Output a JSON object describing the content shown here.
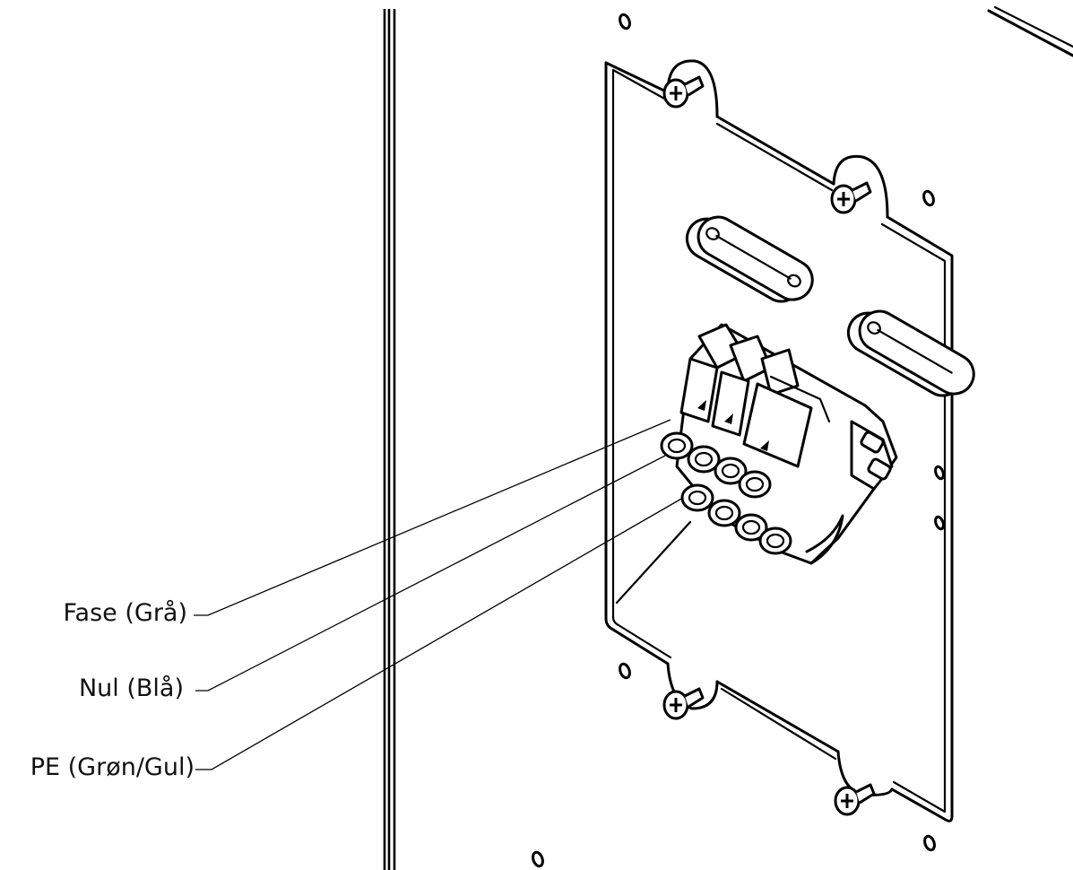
{
  "labels": {
    "phase": "Fase (Grå)",
    "neutral": "Nul (Blå)",
    "earth": "PE (Grøn/Gul)"
  },
  "colors": {
    "line": "#000000",
    "background": "#ffffff"
  }
}
